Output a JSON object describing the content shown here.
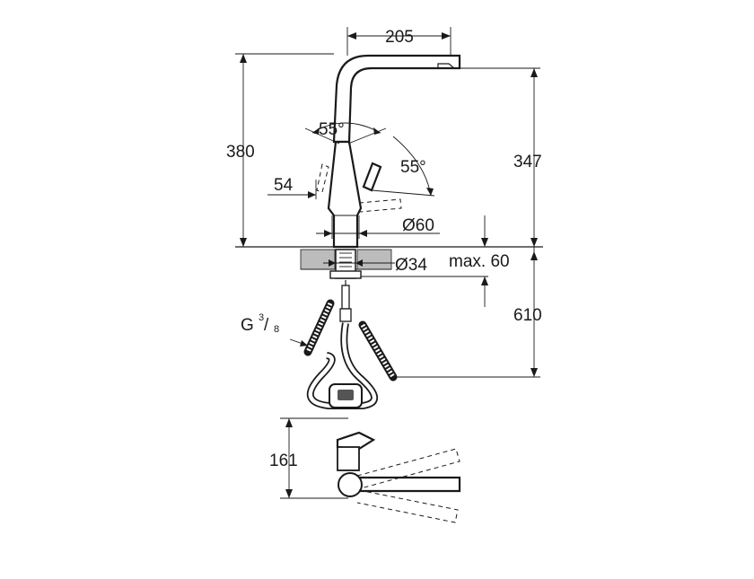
{
  "dimensions": {
    "spout_reach": "205",
    "total_height": "380",
    "spout_height": "347",
    "swivel_angle_top": "55°",
    "lever_angle": "55°",
    "lever_offset": "54",
    "base_diameter": "Ø60",
    "hole_diameter": "Ø34",
    "max_thickness": "max. 60",
    "hose_length": "610",
    "connection_thread": "G",
    "thread_numerator": "3",
    "thread_denominator": "8",
    "plan_depth": "161"
  }
}
